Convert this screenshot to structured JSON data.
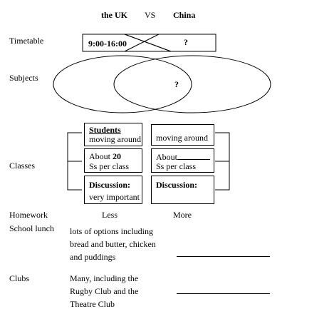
{
  "header": {
    "left": "the UK",
    "vs": "VS",
    "right": "China"
  },
  "rows": {
    "timetable": "Timetable",
    "subjects": "Subjects",
    "classes": "Classes",
    "homework": "Homework",
    "lunch": "School lunch",
    "clubs": "Clubs"
  },
  "timetable": {
    "uk": "9:00-16:00",
    "china": "?"
  },
  "subjects": {
    "overlap": "?"
  },
  "classes": {
    "uk": [
      {
        "title": "Students",
        "text": "moving around"
      },
      {
        "title": "About ",
        "title_num": "20",
        "text": "Ss per class"
      },
      {
        "title": "Discussion:",
        "text": "very important"
      }
    ],
    "china": [
      {
        "text": "moving around"
      },
      {
        "title": "About",
        "text": "Ss per class"
      },
      {
        "title": "Discussion:"
      }
    ]
  },
  "homework": {
    "uk": "Less",
    "china": "More"
  },
  "lunch": {
    "uk_lines": [
      "lots of options including",
      "bread and butter, chicken",
      "and puddings"
    ]
  },
  "clubs": {
    "uk_lines": [
      "Many, including the",
      "Rugby Club and the",
      "Theatre Club"
    ]
  }
}
